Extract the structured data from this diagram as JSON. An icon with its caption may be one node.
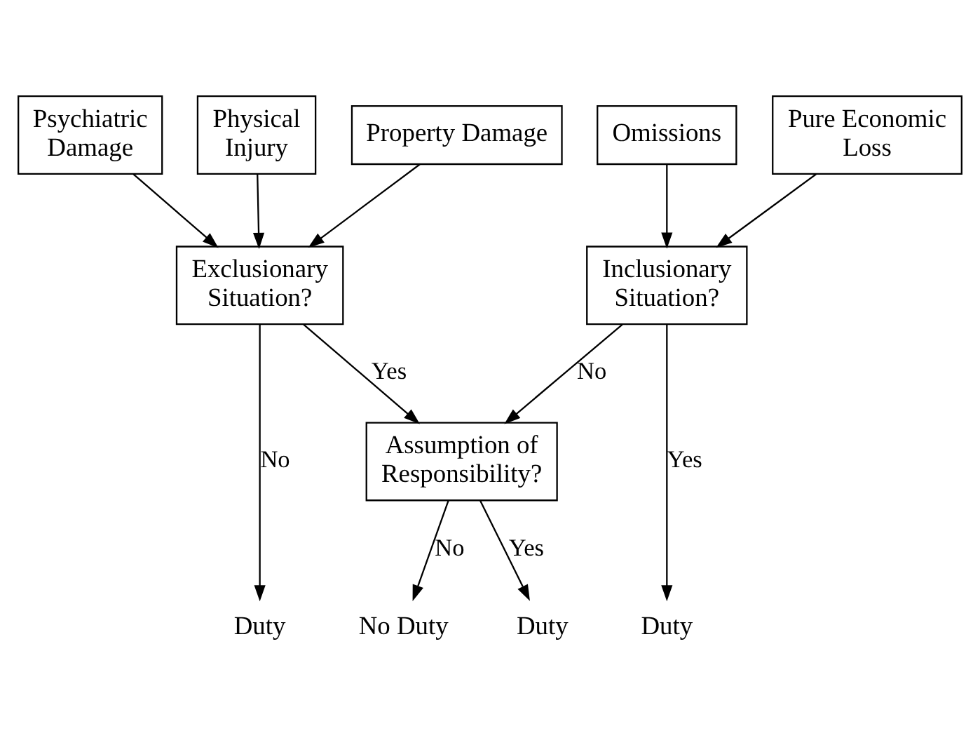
{
  "diagram": {
    "nodes": [
      {
        "text": [
          "Physical Injury"
        ]
      },
      {
        "text": [
          "Property Damage"
        ]
      },
      {
        "text": [
          "Psychiatric Damage"
        ]
      },
      {
        "text": [
          "Pure Economic Loss"
        ]
      },
      {
        "text": [
          "Omissions"
        ]
      },
      {
        "text": [
          "Exclusionary Situation?"
        ]
      },
      {
        "text": [
          "Inclusionary Situation?"
        ]
      },
      {
        "text": [
          "Assumption of Responsibility?"
        ]
      },
      {
        "text": [
          "Duty"
        ]
      },
      {
        "text": [
          "No Duty"
        ]
      },
      {
        "text": [
          "Duty"
        ]
      },
      {
        "text": [
          "Duty"
        ]
      }
    ],
    "edges": [
      {
        "from": 0,
        "to": 5,
        "arrow": "to"
      },
      {
        "from": 1,
        "to": 5,
        "arrow": "to"
      },
      {
        "from": 2,
        "to": 5,
        "arrow": "to"
      },
      {
        "from": 3,
        "to": 6,
        "arrow": "to"
      },
      {
        "from": 4,
        "to": 6,
        "arrow": "to"
      },
      {
        "from": 5,
        "to": 8,
        "arrow": "to",
        "label": "No"
      },
      {
        "from": 5,
        "to": 7,
        "arrow": "to",
        "label": "Yes"
      },
      {
        "from": 6,
        "to": 7,
        "arrow": "to",
        "label": "No"
      },
      {
        "from": 6,
        "to": 11,
        "arrow": "to",
        "label": "Yes"
      },
      {
        "from": 7,
        "to": 9,
        "arrow": "to",
        "label": "No"
      },
      {
        "from": 7,
        "to": 10,
        "arrow": "to",
        "label": "Yes"
      }
    ]
  }
}
